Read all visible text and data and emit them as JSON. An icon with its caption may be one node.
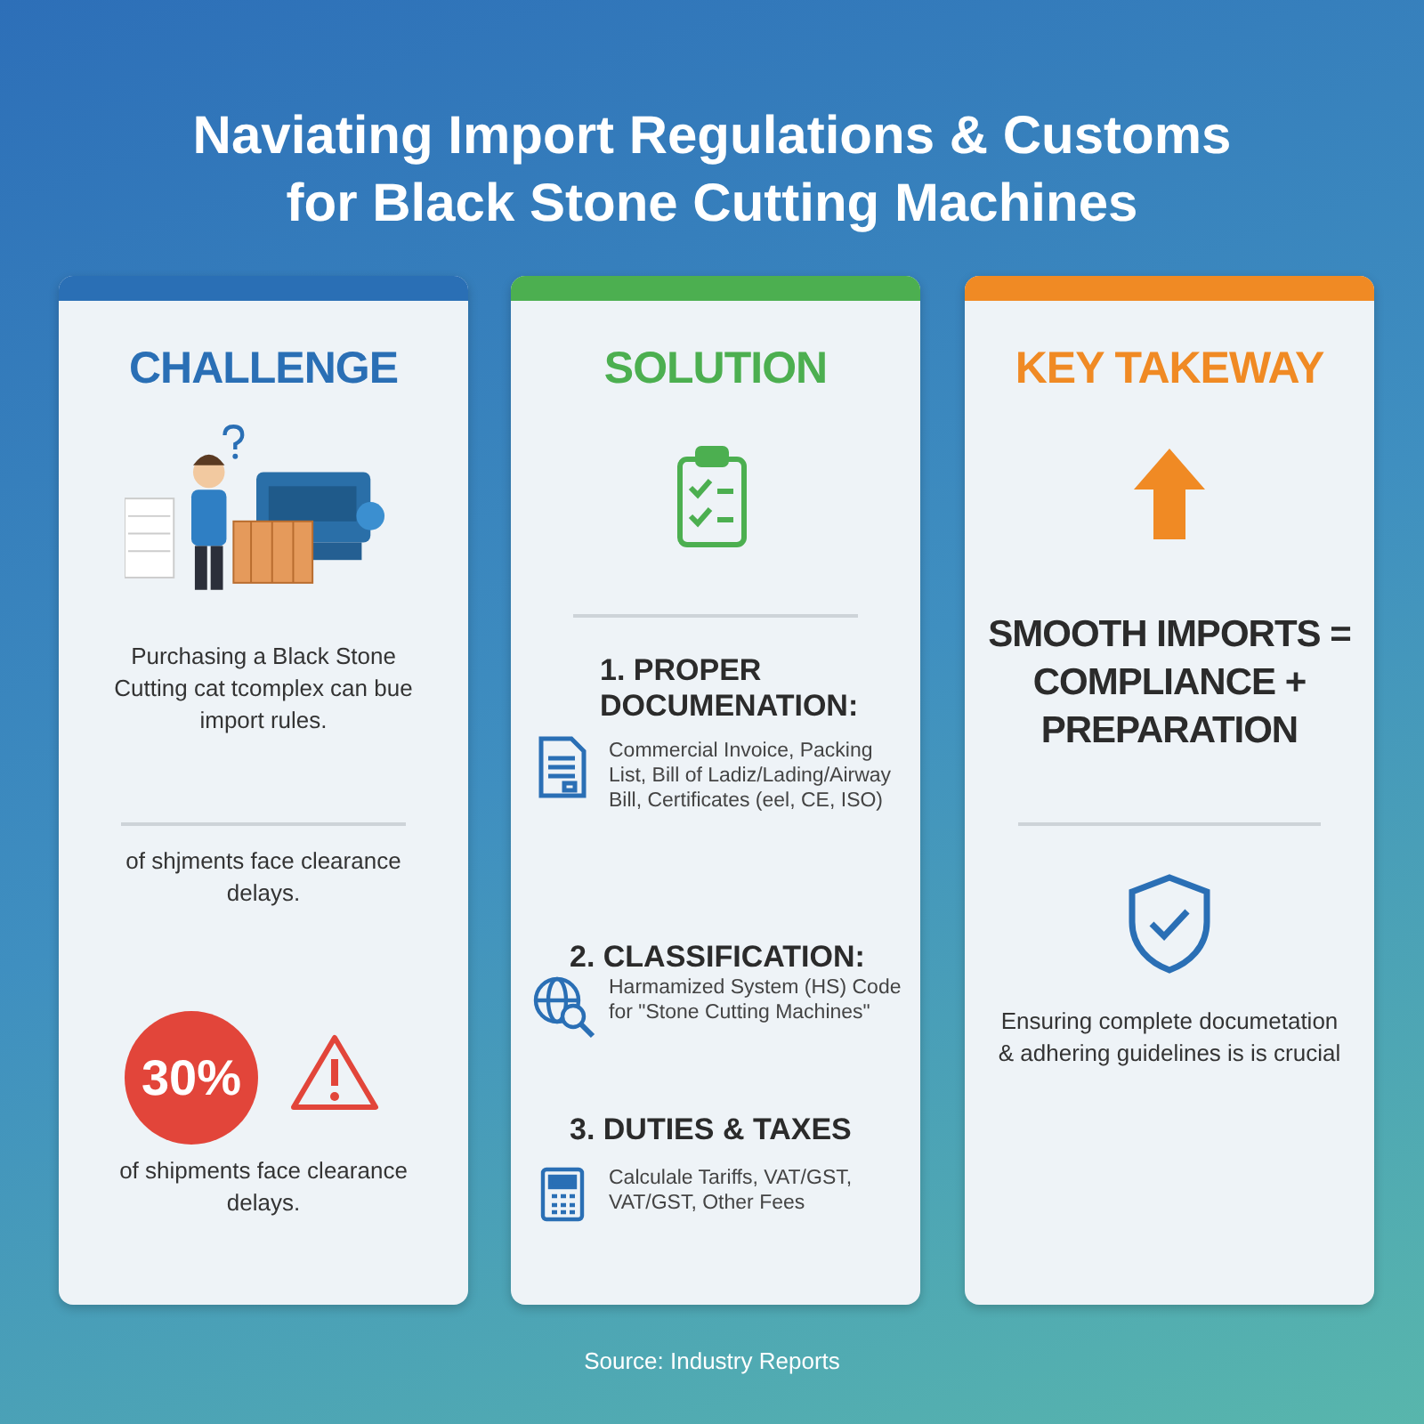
{
  "diagram": {
    "title": "Naviating Import Regulations & Customs for Black Stone Cutting Machines",
    "caption": "Source: Industry Reports",
    "nodes": [
      {
        "text": [
          "CHALLENGE",
          "Purchasing a Black Stone Cutting cat tcomplex can bue import rules.",
          "of shjments face clearance delays.",
          "of shipments face clearance delays."
        ]
      },
      {
        "text": [
          "30%"
        ],
        "in": 0
      },
      {
        "text": [
          "SOLUTION",
          "1. PROPER DOCUMENATION:",
          "Commercial Invoice, Packing List, Bill of Ladiz/Lading/Airway Bill, Certificates (eel, CE, ISO)",
          "2. CLASSIFICATION:",
          "Harmamized System (HS) Code for \"Stone Cutting Machines\"",
          "3. DUTIES & TAXES",
          "Calculale Tariffs, VAT/GST, VAT/GST, Other Fees"
        ]
      },
      {
        "text": [
          "KEY TAKEWAY",
          "SMOOTH IMPORTS = COMPLIANCE + PREPARATION",
          "Ensuring complete documetation & adhering guidelines is is crucial"
        ]
      }
    ]
  }
}
